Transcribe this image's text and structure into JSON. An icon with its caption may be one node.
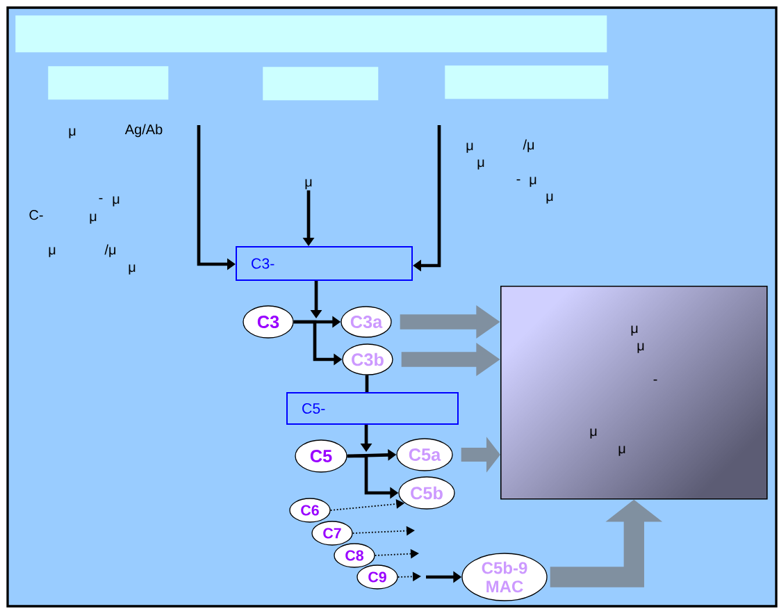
{
  "diagram": {
    "nodes": [
      {
        "text": [],
        "shape": "box"
      },
      {
        "text": [],
        "shape": "box"
      },
      {
        "text": [],
        "shape": "box"
      },
      {
        "text": [],
        "shape": "box"
      },
      {
        "text": [
          "C3-"
        ]
      },
      {
        "text": [
          "C3"
        ]
      },
      {
        "text": [
          "C3a"
        ]
      },
      {
        "text": [
          "C3b"
        ]
      },
      {
        "text": [
          "μ",
          "μ",
          "-",
          "μ",
          "μ"
        ]
      },
      {
        "text": [
          "C5-"
        ]
      },
      {
        "text": [
          "C5"
        ]
      },
      {
        "text": [
          "C5a"
        ]
      },
      {
        "text": [
          "C5b"
        ]
      },
      {
        "text": [
          "C6"
        ]
      },
      {
        "text": [
          "C7"
        ]
      },
      {
        "text": [
          "C8"
        ]
      },
      {
        "text": [
          "C9"
        ]
      },
      {
        "text": [
          "C5b-9 MAC"
        ]
      },
      {
        "text": [
          "μ"
        ]
      }
    ],
    "edges": [
      {
        "from": null,
        "to": 4,
        "arrow": "to"
      },
      {
        "from": 18,
        "to": 4,
        "arrow": "to"
      },
      {
        "from": null,
        "to": 4,
        "arrow": "to"
      },
      {
        "from": 4,
        "to": null,
        "arrow": "to"
      },
      {
        "from": 5,
        "to": 6,
        "arrow": "to"
      },
      {
        "from": 5,
        "to": 7,
        "arrow": "to"
      },
      {
        "from": 6,
        "to": 8,
        "arrow": "to",
        "style": "thick",
        "color": "#8090a0"
      },
      {
        "from": 7,
        "to": 8,
        "arrow": "to",
        "style": "thick",
        "color": "#8090a0"
      },
      {
        "from": 7,
        "to": 9,
        "arrow": "none"
      },
      {
        "from": 9,
        "to": null,
        "arrow": "to"
      },
      {
        "from": 10,
        "to": 11,
        "arrow": "to"
      },
      {
        "from": 10,
        "to": 12,
        "arrow": "to"
      },
      {
        "from": 11,
        "to": 8,
        "arrow": "to",
        "style": "thick",
        "color": "#8090a0"
      },
      {
        "from": 13,
        "to": 12,
        "arrow": "to",
        "style": "dashed"
      },
      {
        "from": 14,
        "to": null,
        "arrow": "to",
        "style": "dashed"
      },
      {
        "from": 15,
        "to": null,
        "arrow": "to",
        "style": "dashed"
      },
      {
        "from": 16,
        "to": null,
        "arrow": "to",
        "style": "dashed"
      },
      {
        "from": null,
        "to": 17,
        "arrow": "to"
      },
      {
        "from": 17,
        "to": 8,
        "arrow": "to",
        "style": "thick",
        "color": "#8090a0"
      }
    ],
    "labels": [
      "μ",
      "Ag/Ab",
      "-",
      "μ",
      "C-",
      "μ",
      "μ",
      "/μ",
      "μ",
      "μ",
      "/μ",
      "μ",
      "-",
      "μ",
      "μ"
    ]
  }
}
